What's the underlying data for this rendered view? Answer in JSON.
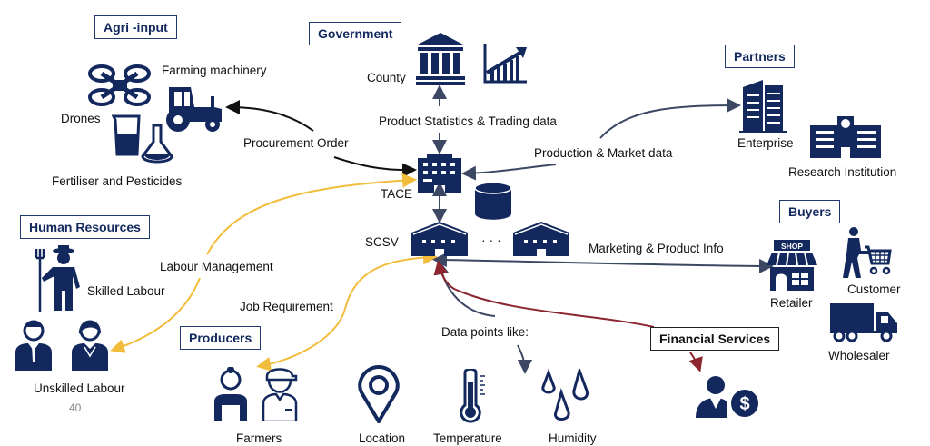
{
  "colors": {
    "icon_navy": "#13295e",
    "arrow_black": "#111111",
    "arrow_slate": "#3b4763",
    "arrow_yellow": "#f2bd3c",
    "arrow_red": "#8b2530"
  },
  "groups": {
    "agri_input": "Agri -input",
    "government": "Government",
    "partners": "Partners",
    "human_resources": "Human Resources",
    "buyers": "Buyers",
    "producers": "Producers",
    "financial_services": "Financial Services"
  },
  "nodes": {
    "farming_machinery": "Farming machinery",
    "drones": "Drones",
    "fertiliser": "Fertiliser and Pesticides",
    "county": "County",
    "enterprise": "Enterprise",
    "research_institution": "Research Institution",
    "tace": "TACE",
    "scsv": "SCSV",
    "ellipsis": "· · ·",
    "skilled_labour": "Skilled Labour",
    "unskilled_labour": "Unskilled Labour",
    "retailer": "Retailer",
    "customer": "Customer",
    "wholesaler": "Wholesaler",
    "farmers": "Farmers",
    "location": "Location",
    "temperature": "Temperature",
    "humidity": "Humidity",
    "shop_sign": "SHOP"
  },
  "edges": {
    "procurement_order": "Procurement Order",
    "product_statistics": "Product Statistics & Trading data",
    "production_market": "Production & Market data",
    "labour_management": "Labour Management",
    "job_requirement": "Job Requirement",
    "marketing_product": "Marketing & Product Info",
    "data_points": "Data points like:"
  },
  "page_number": "40"
}
